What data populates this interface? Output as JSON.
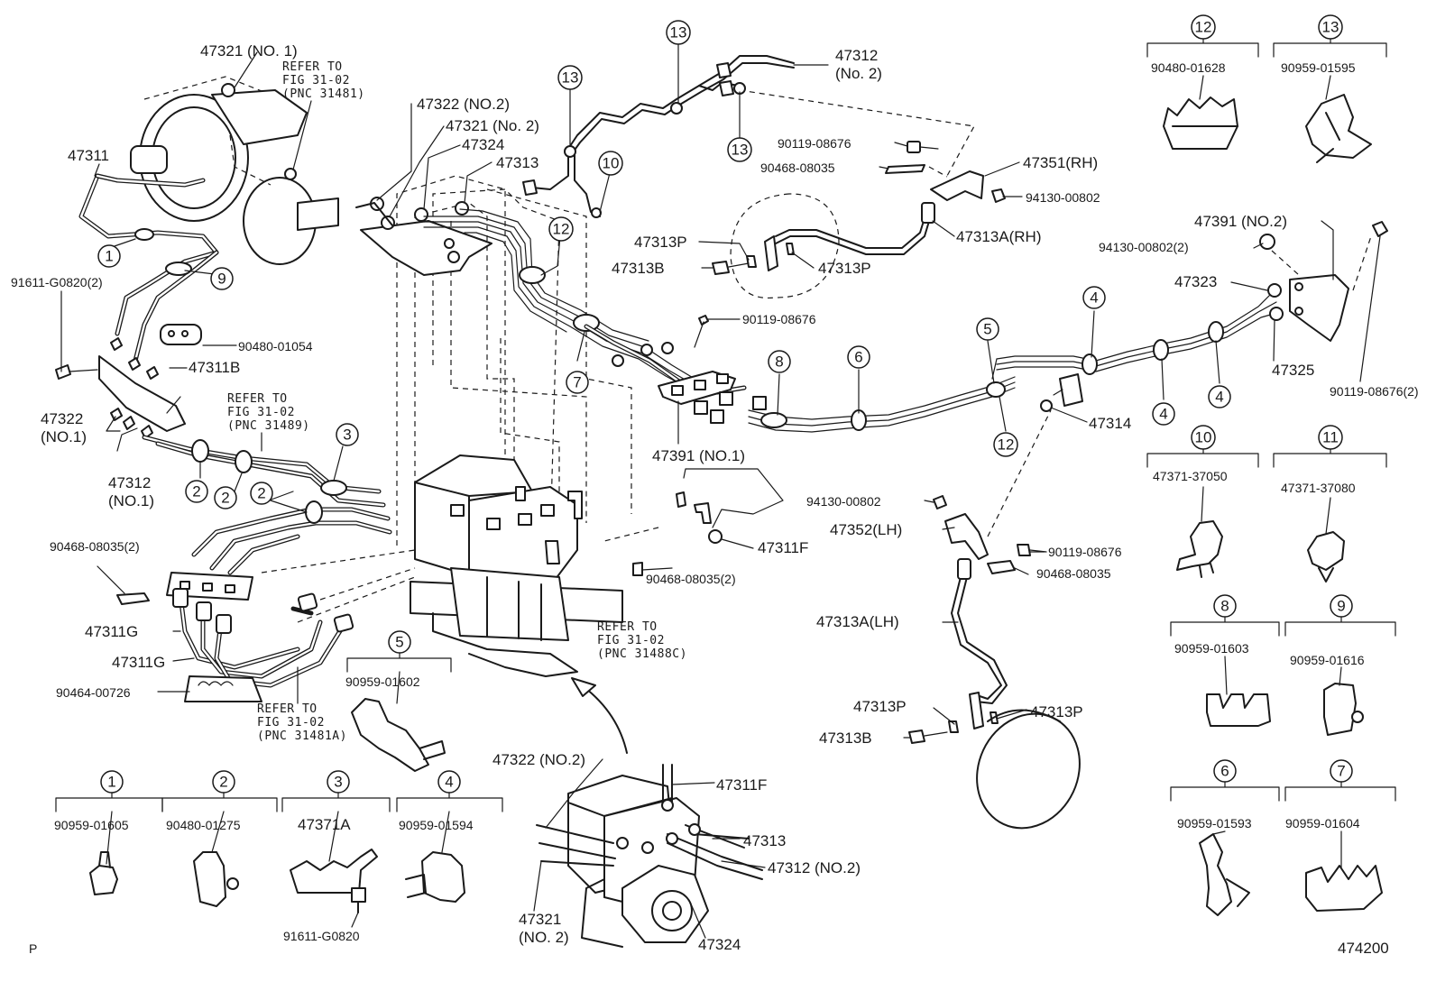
{
  "diagram": {
    "page_mark": "P",
    "figure_number": "474200",
    "callouts": [
      {
        "id": "c1",
        "num": "1"
      },
      {
        "id": "c9",
        "num": "9"
      },
      {
        "id": "c13a",
        "num": "13"
      },
      {
        "id": "c13b",
        "num": "13"
      },
      {
        "id": "c13c",
        "num": "13"
      },
      {
        "id": "c10",
        "num": "10"
      },
      {
        "id": "c12a",
        "num": "12"
      },
      {
        "id": "c7",
        "num": "7"
      },
      {
        "id": "c8",
        "num": "8"
      },
      {
        "id": "c6",
        "num": "6"
      },
      {
        "id": "c5",
        "num": "5"
      },
      {
        "id": "c12b",
        "num": "12"
      },
      {
        "id": "c4a",
        "num": "4"
      },
      {
        "id": "c4b",
        "num": "4"
      },
      {
        "id": "c4c",
        "num": "4"
      },
      {
        "id": "c3",
        "num": "3"
      },
      {
        "id": "c2a",
        "num": "2"
      },
      {
        "id": "c2b",
        "num": "2"
      },
      {
        "id": "c2c",
        "num": "2"
      }
    ],
    "labels": {
      "l47321n1": "47321 (NO. 1)",
      "lref1": [
        "REFER TO",
        "FIG 31-02",
        "(PNC 31481)"
      ],
      "l47311": "47311",
      "l91611g0820_2": "91611-G0820(2)",
      "l90480_01054": "90480-01054",
      "l47311b": "47311B",
      "lref2": [
        "REFER TO",
        "FIG 31-02",
        "(PNC 31489)"
      ],
      "l47322n1": [
        "47322",
        "(NO.1)"
      ],
      "l47312n1": [
        "47312",
        "(NO.1)"
      ],
      "l90468_08035_2": "90468-08035(2)",
      "l47311g_a": "47311G",
      "l47311g_b": "47311G",
      "l90464_00726": "90464-00726",
      "lref3": [
        "REFER TO",
        "FIG 31-02",
        "(PNC 31481A)"
      ],
      "l47322n2": "47322 (NO.2)",
      "l47321n2": "47321 (No. 2)",
      "l47324": "47324",
      "l47313": "47313",
      "l47312n2": [
        "47312",
        "(No. 2)"
      ],
      "l90119_08676_a": "90119-08676",
      "l90468_08035_a": "90468-08035",
      "l47351rh": "47351(RH)",
      "l94130_00802_a": "94130-00802",
      "l47313p_a": "47313P",
      "l47313b_a": "47313B",
      "l47313p_b": "47313P",
      "l47313arh": "47313A(RH)",
      "l90119_08676_b": "90119-08676",
      "l47391n1": "47391 (NO.1)",
      "l47311f_a": "47311F",
      "l90468_08035_2b": "90468-08035(2)",
      "lref4": [
        "REFER TO",
        "FIG 31-02",
        "(PNC 31488C)"
      ],
      "l94130_00802_b": "94130-00802",
      "l47352lh": "47352(LH)",
      "l90119_08676_c": "90119-08676",
      "l90468_08035_c": "90468-08035",
      "l47313alh": "47313A(LH)",
      "l47313p_c": "47313P",
      "l47313p_d": "47313P",
      "l47313b_b": "47313B",
      "l47314": "47314",
      "l47391n2": "47391 (NO.2)",
      "l94130_00802_2": "94130-00802(2)",
      "l47323": "47323",
      "l47325": "47325",
      "l90119_08676_2": "90119-08676(2)",
      "l47322n2_b": "47322 (NO.2)",
      "l47311f_b": "47311F",
      "l47313_b": "47313",
      "l47312n2_b": "47312 (NO.2)",
      "l47321n2_b": [
        "47321",
        "(NO. 2)"
      ],
      "l47324_b": "47324"
    },
    "legend_boxes": [
      {
        "id": "k12",
        "num": "12",
        "part": "90480-01628"
      },
      {
        "id": "k13",
        "num": "13",
        "part": "90959-01595"
      },
      {
        "id": "k10",
        "num": "10",
        "part": "47371-37050"
      },
      {
        "id": "k11",
        "num": "11",
        "part": "47371-37080"
      },
      {
        "id": "k8",
        "num": "8",
        "part": "90959-01603"
      },
      {
        "id": "k9",
        "num": "9",
        "part": "90959-01616"
      },
      {
        "id": "k6",
        "num": "6",
        "part": "90959-01593"
      },
      {
        "id": "k7",
        "num": "7",
        "part": "90959-01604"
      },
      {
        "id": "k5",
        "num": "5",
        "part": "90959-01602"
      },
      {
        "id": "k1",
        "num": "1",
        "part": "90959-01605"
      },
      {
        "id": "k2",
        "num": "2",
        "part": "90480-01275"
      },
      {
        "id": "k3",
        "num": "3",
        "part": "47371A",
        "extra": "91611-G0820"
      },
      {
        "id": "k4",
        "num": "4",
        "part": "90959-01594"
      }
    ]
  }
}
